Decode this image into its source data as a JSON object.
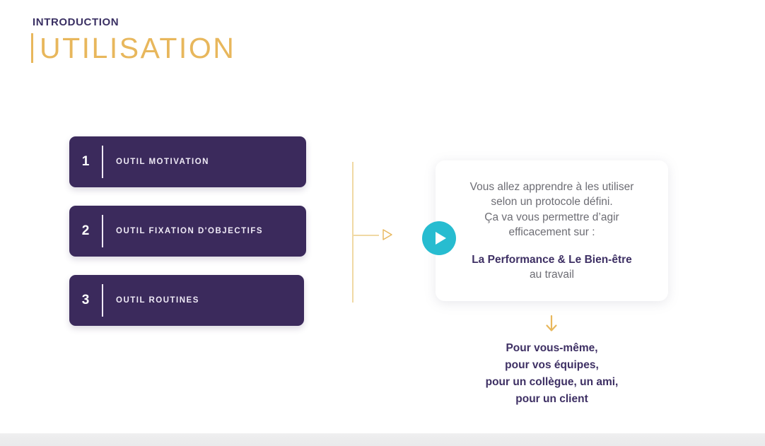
{
  "slide": {
    "eyebrow": "INTRODUCTION",
    "title": "UTILISATION"
  },
  "tools": [
    {
      "number": "1",
      "label": "OUTIL MOTIVATION"
    },
    {
      "number": "2",
      "label": "OUTIL FIXATION D'OBJECTIFS"
    },
    {
      "number": "3",
      "label": "OUTIL ROUTINES"
    }
  ],
  "card": {
    "paragraph_lines": [
      "Vous allez apprendre à les utiliser",
      "selon un protocole défini.",
      "Ça va vous permettre d’agir",
      "efficacement sur :"
    ],
    "highlight": "La Performance & Le Bien-être",
    "subline": "au travail"
  },
  "player": {
    "play_icon": "play-icon"
  },
  "connector": {
    "arrow_icon": "triangle-right-icon"
  },
  "footer": {
    "arrow_icon": "arrow-down-icon",
    "lines": [
      "Pour vous-même,",
      "pour vos équipes,",
      "pour un collègue, un ami,",
      "pour un client"
    ]
  },
  "colors": {
    "gold": "#e8b75c",
    "gold_light": "#f0d9a4",
    "purple": "#3b2a5c",
    "navy_purple": "#3e3064",
    "teal": "#27bcd0",
    "body_grey": "#6d6d74"
  }
}
